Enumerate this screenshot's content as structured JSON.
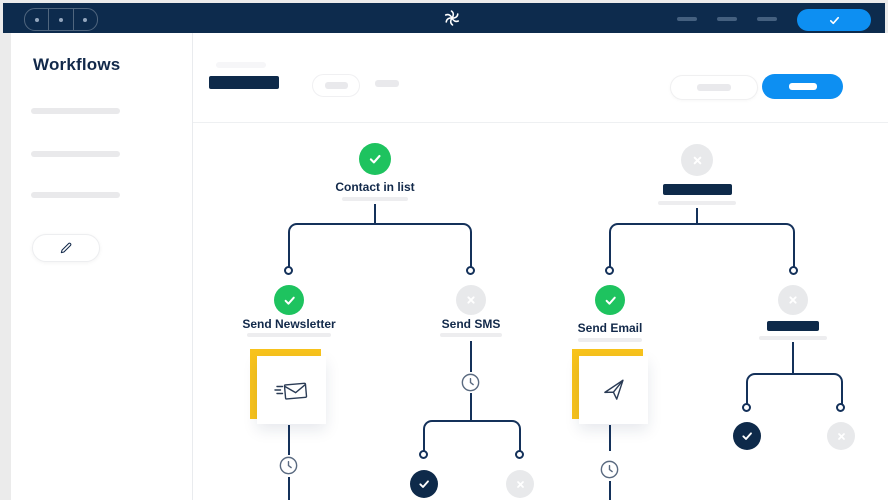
{
  "topbar": {
    "logo_icon": "pinwheel-logo",
    "nav_segments": 3,
    "confirm_button_icon": "check",
    "placeholder_links": 3
  },
  "sidebar": {
    "title": "Workflows",
    "placeholder_items": 3,
    "edit_button_icon": "pencil"
  },
  "header": {
    "title_placeholder": true,
    "toggle_placeholder": true,
    "secondary_button_placeholder": true,
    "primary_button_placeholder": true
  },
  "workflow": {
    "left_tree": {
      "root": {
        "label": "Contact in list",
        "status": "success"
      },
      "child1": {
        "label": "Send Newsletter",
        "status": "success",
        "card_icon": "newsletter-envelope"
      },
      "child2": {
        "label": "Send SMS",
        "status": "inactive",
        "wait_icon": "clock",
        "grandchild1_status": "done",
        "grandchild2_status": "inactive"
      }
    },
    "right_tree": {
      "root": {
        "label": "",
        "status": "inactive"
      },
      "child1": {
        "label": "Send Email",
        "status": "success",
        "card_icon": "paper-plane",
        "wait_icon": "clock"
      },
      "child2": {
        "label": "",
        "status": "inactive",
        "grandchild1_status": "done",
        "grandchild2_status": "inactive"
      }
    }
  },
  "colors": {
    "topbar_navy": "#0d2b4d",
    "accent_blue": "#0d8ff2",
    "success_green": "#1ec35f",
    "status_navy": "#0e2a4a",
    "inactive_gray": "#e8e9eb",
    "card_yellow": "#f8c31c",
    "line_navy": "#14315a"
  }
}
